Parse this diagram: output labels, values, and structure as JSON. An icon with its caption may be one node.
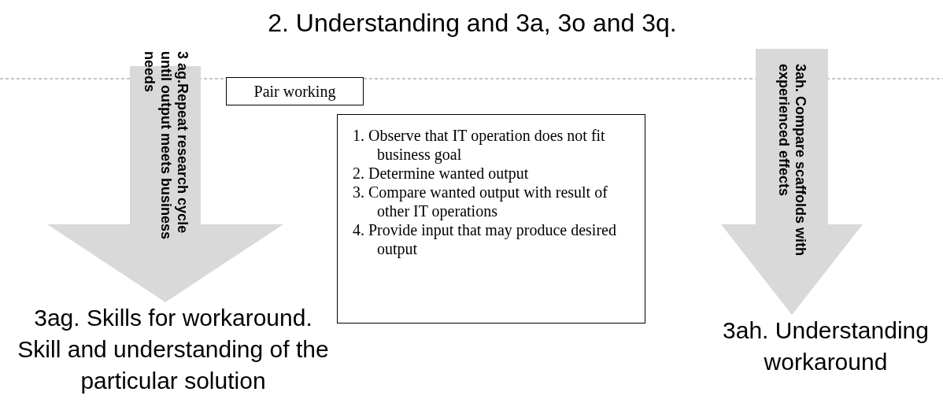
{
  "diagram": {
    "nodes": [
      {
        "text": [
          "2. Understanding and 3a, 3o and 3q."
        ]
      },
      {
        "text": [
          "Pair working"
        ]
      },
      {
        "text": [
          "1. Observe that IT operation does not fit business goal",
          "2. Determine wanted output",
          "3. Compare wanted output with result of other IT operations",
          "4. Provide input that may produce desired output"
        ]
      },
      {
        "text": [
          "3ag. Skills for workaround.",
          "Skill and understanding of the particular solution"
        ]
      },
      {
        "text": [
          "3ah. Understanding workaround"
        ]
      }
    ],
    "edges": [
      {
        "from": 0,
        "to": 3,
        "arrow": "to",
        "label": "3 ag.Repeat research cycle until output meets business needs",
        "color": "#d9d9d9"
      },
      {
        "from": 0,
        "to": 4,
        "arrow": "to",
        "label": "3ah. Compare scaffolds with experienced effects",
        "color": "#d9d9d9"
      }
    ]
  }
}
